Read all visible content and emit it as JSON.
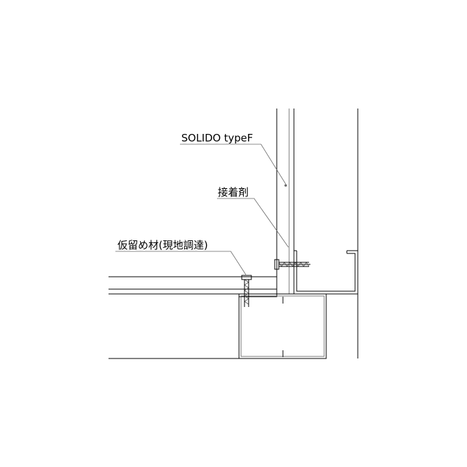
{
  "labels": {
    "panel": "SOLIDO typeF",
    "adhesive": "接着剤",
    "temporary_fixing": "仮留め材(現地調達)"
  }
}
